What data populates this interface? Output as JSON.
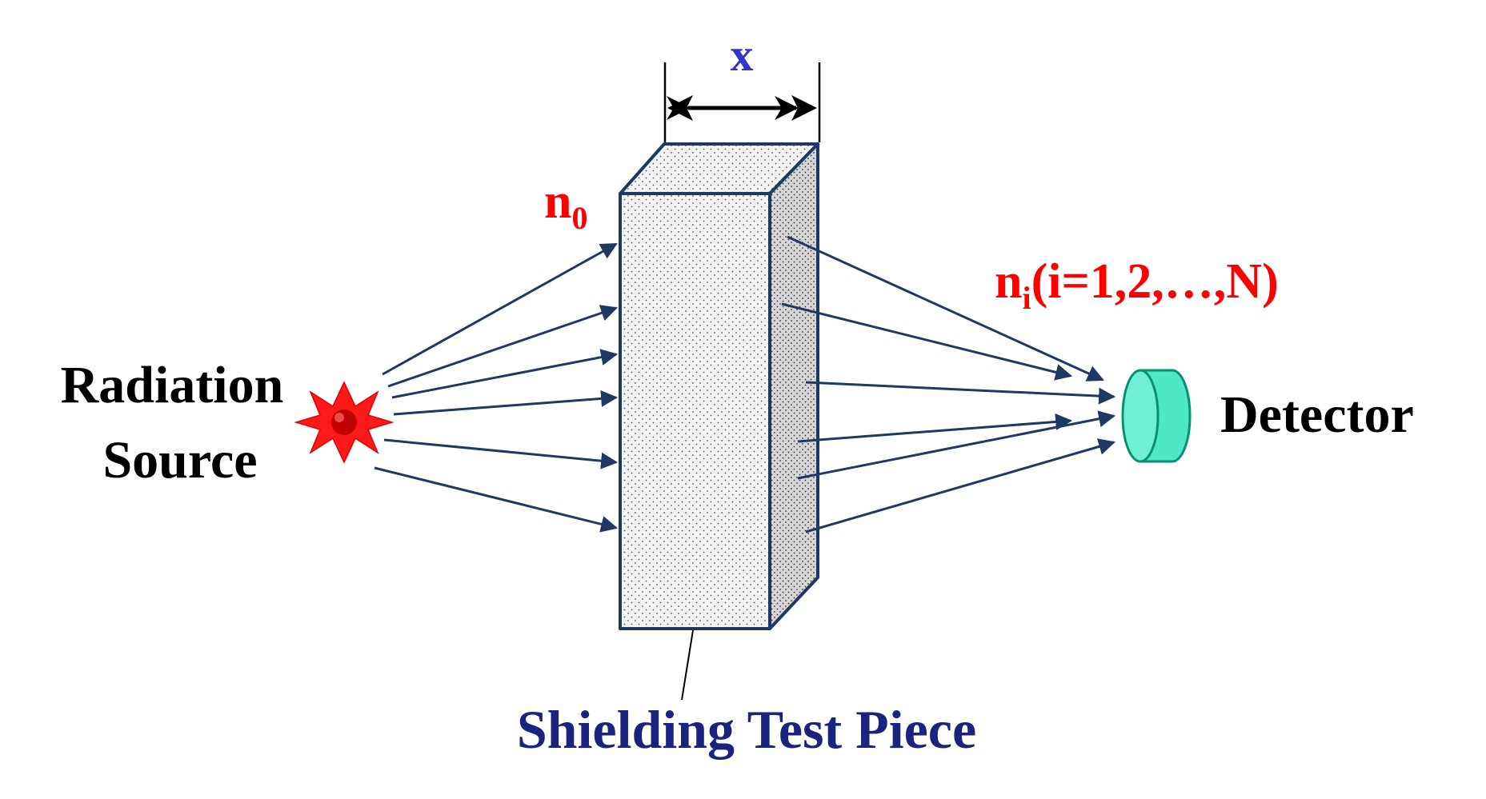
{
  "labels": {
    "source_line1": "Radiation",
    "source_line2": "Source",
    "detector": "Detector",
    "thickness": "x",
    "incident_base": "n",
    "incident_sub": "0",
    "transmitted_base": "n",
    "transmitted_sub": "i",
    "transmitted_rest": "(i=1,2,…,N)",
    "test_piece": "Shielding Test Piece"
  },
  "colors": {
    "label_red": "#ff0000",
    "label_blue": "#3333cc",
    "label_navy": "#1a237e",
    "ray": "#1f3864",
    "slab_outline": "#1f3864",
    "source_star": "#ff1a1a",
    "source_core": "#c00000",
    "detector_fill": "#4de8c8",
    "detector_stroke": "#0a8f72"
  },
  "icons": {
    "source": "starburst-icon",
    "detector": "cylinder-detector-icon"
  }
}
